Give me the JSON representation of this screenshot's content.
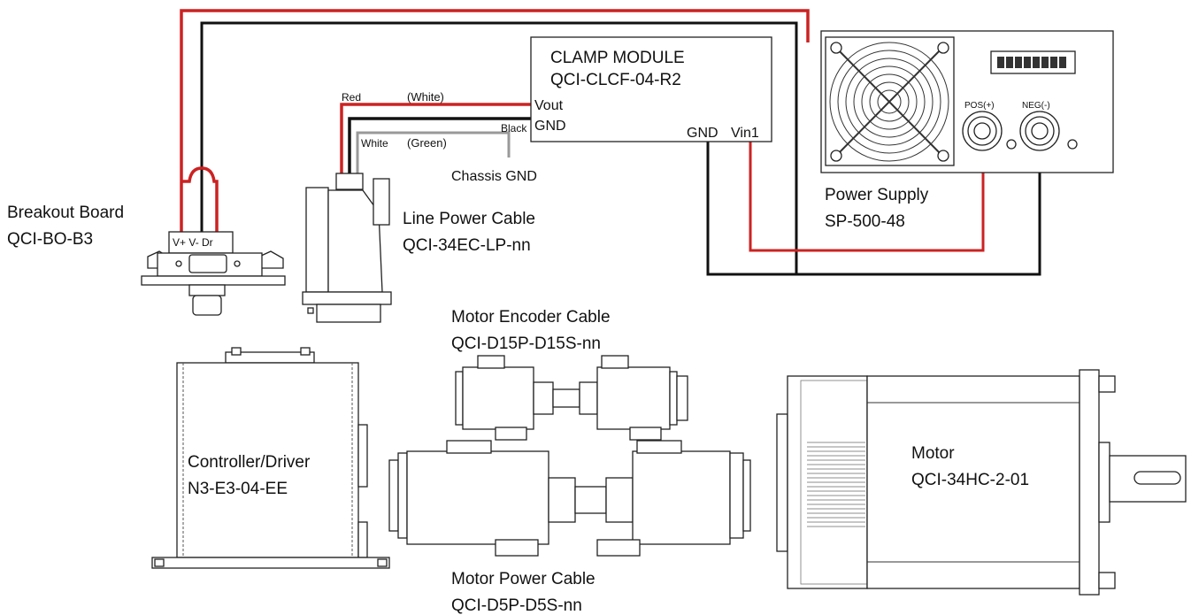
{
  "components": {
    "clamp_module": {
      "title": "CLAMP MODULE",
      "model": "QCI-CLCF-04-R2",
      "vout": "Vout",
      "gnd_left": "GND",
      "gnd_right": "GND",
      "vin": "Vin1"
    },
    "power_supply": {
      "name": "Power Supply",
      "model": "SP-500-48",
      "pos": "POS(+)",
      "neg": "NEG(-)"
    },
    "breakout_board": {
      "name": "Breakout Board",
      "model": "QCI-BO-B3",
      "pins": "V+ V- Dr"
    },
    "line_power_cable": {
      "name": "Line Power Cable",
      "model": "QCI-34EC-LP-nn"
    },
    "motor_encoder_cable": {
      "name": "Motor Encoder Cable",
      "model": "QCI-D15P-D15S-nn"
    },
    "motor_power_cable": {
      "name": "Motor Power Cable",
      "model": "QCI-D5P-D5S-nn"
    },
    "controller": {
      "name": "Controller/Driver",
      "model": "N3-E3-04-EE"
    },
    "motor": {
      "name": "Motor",
      "model": "QCI-34HC-2-01"
    }
  },
  "wire_labels": {
    "red": "Red",
    "white_paren": "(White)",
    "black": "Black",
    "white": "White",
    "green_paren": "(Green)",
    "chassis_gnd": "Chassis GND"
  },
  "colors": {
    "red_wire": "#cc2222",
    "black_wire": "#111111",
    "gray_wire": "#999999"
  }
}
